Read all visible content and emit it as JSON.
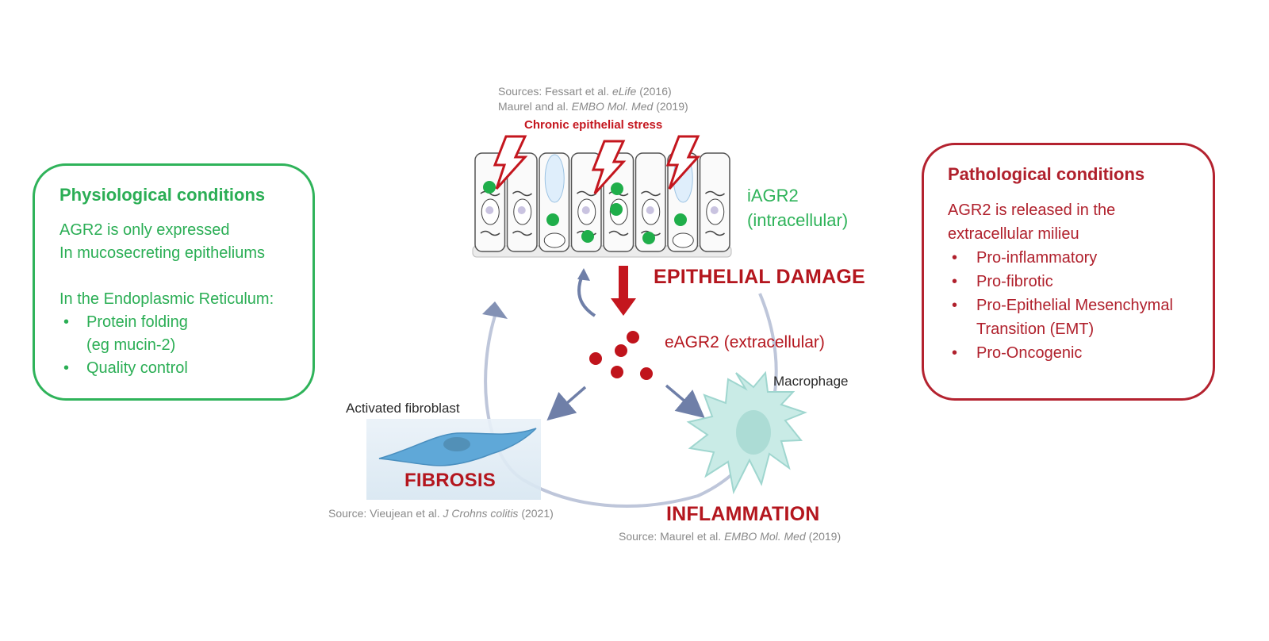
{
  "left_panel": {
    "title": "Physiological conditions",
    "lines": [
      "AGR2 is only expressed",
      "In mucosecreting epitheliums"
    ],
    "er_heading": "In the Endoplasmic Reticulum:",
    "bullets": [
      "Protein folding",
      "(eg mucin-2)",
      "Quality control"
    ],
    "bullet_symbol": "•",
    "color": "#2fb35a"
  },
  "right_panel": {
    "title": "Pathological conditions",
    "lines": [
      "AGR2 is released in the",
      "extracellular milieu"
    ],
    "bullets": [
      "Pro-inflammatory",
      "Pro-fibrotic",
      "Pro-Epithelial Mesenchymal",
      "Transition (EMT)",
      "Pro-Oncogenic"
    ],
    "bullet_symbol": "•",
    "color": "#b4222f"
  },
  "center": {
    "sources_top_prefix": "Sources: Fessart et al. ",
    "sources_top_journal": "eLife",
    "sources_top_year": " (2016)",
    "sources_top2_prefix": "Maurel and al. ",
    "sources_top2_journal": "EMBO Mol. Med",
    "sources_top2_year": " (2019)",
    "stress_label": "Chronic epithelial stress",
    "iagr2_line1": "iAGR2",
    "iagr2_line2": "(intracellular)",
    "epithelial_damage": "EPITHELIAL DAMAGE",
    "eagr2": "eAGR2 (extracellular)",
    "macrophage": "Macrophage",
    "fibroblast": "Activated fibroblast",
    "fibrosis": "FIBROSIS",
    "inflammation": "INFLAMMATION",
    "source_fibrosis_prefix": "Source: Vieujean et al. ",
    "source_fibrosis_journal": "J Crohns colitis",
    "source_fibrosis_year": " (2021)",
    "source_inflam_prefix": "Source: Maurel et al. ",
    "source_inflam_journal": "EMBO Mol. Med",
    "source_inflam_year": " (2019)"
  },
  "colors": {
    "green": "#2fb35a",
    "dark_red": "#b4161e",
    "cycle_arrow": "#8391b4",
    "fibroblast": "#5fa8d8",
    "macrophage": "#c9ebe6",
    "agr2_particle": "#c0141c",
    "iagr2_dot": "#1fae4a"
  }
}
